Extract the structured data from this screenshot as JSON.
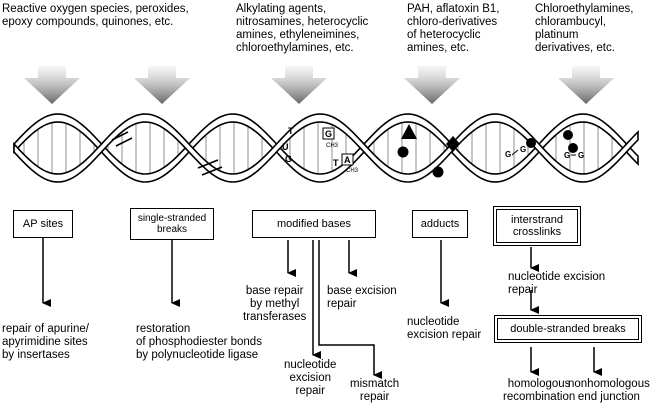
{
  "agents": [
    "Reactive oxygen species, peroxides,\nepoxy compounds, quinones, etc.",
    "Alkylating agents,\nnitrosamines, heterocyclic\namines, ethyleneimines,\nchloroethylamines, etc.",
    "PAH, aflatoxin B1,\nchloro-derivatives\nof heterocyclic\namines, etc.",
    "Chloroethylamines,\nchlorambucyl,\nplatinum\nderivatives, etc."
  ],
  "lesions": {
    "ap_sites": "AP sites",
    "ssb": "single-stranded\nbreaks",
    "modified": "modified bases",
    "adducts": "adducts",
    "crosslinks": "interstrand\ncrosslinks"
  },
  "dna_labels": {
    "t": "T",
    "u": "U",
    "g1": "G",
    "g_box": "G",
    "ch3_1": "CH3",
    "t2": "T",
    "a_box": "A",
    "ch3_2": "CH3",
    "gg1": "G",
    "gg2": "G",
    "gg3": "G",
    "gg4": "G"
  },
  "repairs": {
    "apurinic": "repair of apurine/\napyrimidine sites\nby insertases",
    "restoration": "restoration\nof phosphodiester bonds\nby polynucleotide ligase",
    "methyl": "base repair\nby methyl\ntransferases",
    "bases_excision": "base excision\nrepair",
    "nucleotide_excision_mod": "nucleotide\nexcision\nrepair",
    "mismatch": "mismatch\nrepair",
    "nucleotide_excision_adduct": "nucleotide\nexcision repair",
    "nucleotide_excision_cross": "nucleotide excision\nrepair",
    "dsb": "double-stranded breaks",
    "homologous": "homologous\nrecombination",
    "nonhomologous": "nonhomologous\nend junction"
  }
}
